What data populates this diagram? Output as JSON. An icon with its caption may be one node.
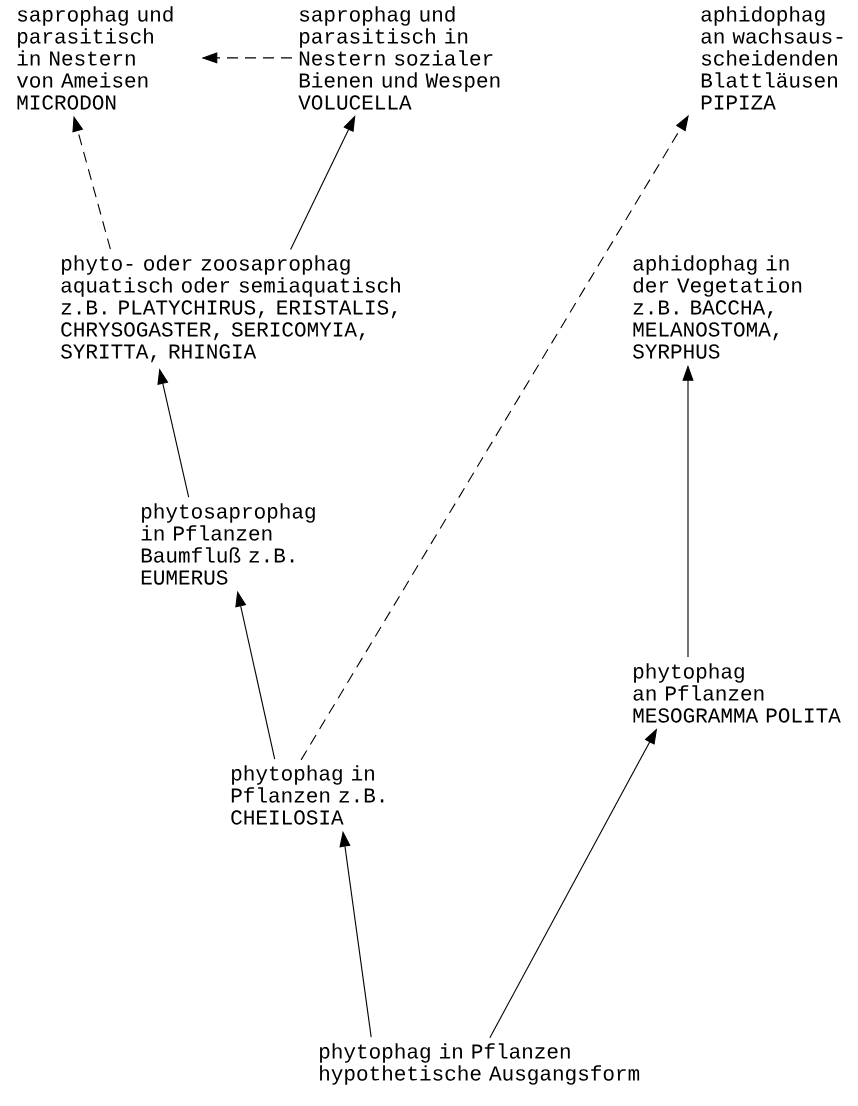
{
  "diagram": {
    "nodes": [
      {
        "text": [
          "saprophag und parasitisch in Nestern von Ameisen MICRODON"
        ]
      },
      {
        "text": [
          "saprophag und parasitisch in Nestern sozialer Bienen und Wespen VOLUCELLA"
        ]
      },
      {
        "text": [
          "aphidophag an wachsaus- scheidenden Blattläusen PIPIZA"
        ]
      },
      {
        "text": [
          "phyto- oder zoosaprophag aquatisch oder semiaquatisch z.B. PLATYCHIRUS, ERISTALIS, CHRYSOGASTER, SERICOMYIA, SYRITTA, RHINGIA"
        ]
      },
      {
        "text": [
          "aphidophag in der Vegetation z.B. BACCHA, MELANOSTOMA, SYRPHUS"
        ]
      },
      {
        "text": [
          "phytosaprophag in Pflanzen Baumfluß z.B. EUMERUS"
        ]
      },
      {
        "text": [
          "phytophag an Pflanzen MESOGRAMMA POLITA"
        ]
      },
      {
        "text": [
          "phytophag in Pflanzen z.B. CHEILOSIA"
        ]
      },
      {
        "text": [
          "phytophag in Pflanzen hypothetische Ausgangsform"
        ]
      }
    ],
    "edges": [
      {
        "from": 1,
        "to": 0,
        "arrow": "to",
        "style": "dashed"
      },
      {
        "from": 3,
        "to": 0,
        "arrow": "to",
        "style": "dashed"
      },
      {
        "from": 3,
        "to": 1,
        "arrow": "to"
      },
      {
        "from": 7,
        "to": 2,
        "arrow": "to",
        "style": "dashed"
      },
      {
        "from": 6,
        "to": 4,
        "arrow": "to"
      },
      {
        "from": 5,
        "to": 3,
        "arrow": "to"
      },
      {
        "from": 7,
        "to": 5,
        "arrow": "to"
      },
      {
        "from": 8,
        "to": 7,
        "arrow": "to"
      },
      {
        "from": 8,
        "to": 6,
        "arrow": "to"
      }
    ]
  }
}
